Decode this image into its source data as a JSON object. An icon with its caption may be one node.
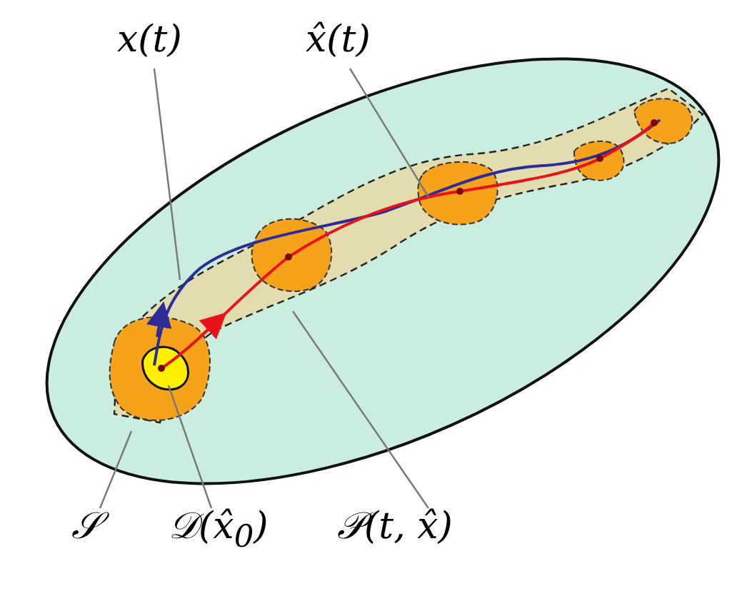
{
  "diagram": {
    "nodes": [
      {
        "text": [
          "x(t)"
        ]
      },
      {
        "text": [
          "x̂(t)"
        ]
      },
      {
        "text": [
          "𝒮"
        ]
      },
      {
        "text": [
          "𝒟(x̂$_{0}$)"
        ]
      },
      {
        "text": [
          "𝒫(t, x̂)"
        ]
      },
      {
        "text": [],
        "shape": "ellipse"
      },
      {
        "text": [],
        "shape": "curve",
        "in": 5
      },
      {
        "text": [],
        "shape": "curve",
        "in": 5
      },
      {
        "text": [],
        "shape": "blob",
        "in": 9
      },
      {
        "text": [],
        "shape": "band",
        "in": 5
      }
    ],
    "edges": [
      {
        "from": 0,
        "to": 6,
        "arrow": "none"
      },
      {
        "from": 1,
        "to": 7,
        "arrow": "none"
      },
      {
        "from": 2,
        "to": 5,
        "arrow": "none"
      },
      {
        "from": 3,
        "to": 8,
        "arrow": "none"
      },
      {
        "from": 4,
        "to": 9,
        "arrow": "none"
      }
    ]
  }
}
